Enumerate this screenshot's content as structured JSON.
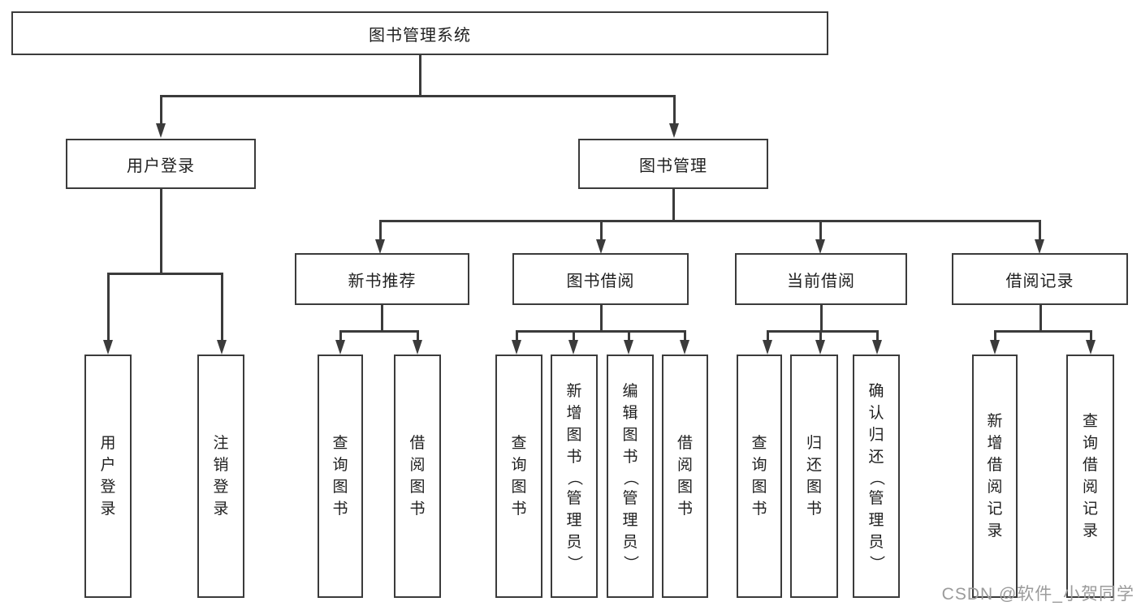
{
  "tree": {
    "label": "图书管理系统",
    "children": [
      {
        "label": "用户登录",
        "children": [
          {
            "label": "用户登录"
          },
          {
            "label": "注销登录"
          }
        ]
      },
      {
        "label": "图书管理",
        "children": [
          {
            "label": "新书推荐",
            "children": [
              {
                "label": "查询图书"
              },
              {
                "label": "借阅图书"
              }
            ]
          },
          {
            "label": "图书借阅",
            "children": [
              {
                "label": "查询图书"
              },
              {
                "label": "新增图书（管理员）"
              },
              {
                "label": "编辑图书（管理员）"
              },
              {
                "label": "借阅图书"
              }
            ]
          },
          {
            "label": "当前借阅",
            "children": [
              {
                "label": "查询图书"
              },
              {
                "label": "归还图书"
              },
              {
                "label": "确认归还（管理员）"
              }
            ]
          },
          {
            "label": "借阅记录",
            "children": [
              {
                "label": "新增借阅记录"
              },
              {
                "label": "查询借阅记录"
              }
            ]
          }
        ]
      }
    ]
  },
  "watermark": "CSDN @软件_小贺同学",
  "colors": {
    "line": "#3b3b3b",
    "text": "#1f1f1f",
    "watermark": "#9b9b9b",
    "background": "#ffffff"
  }
}
